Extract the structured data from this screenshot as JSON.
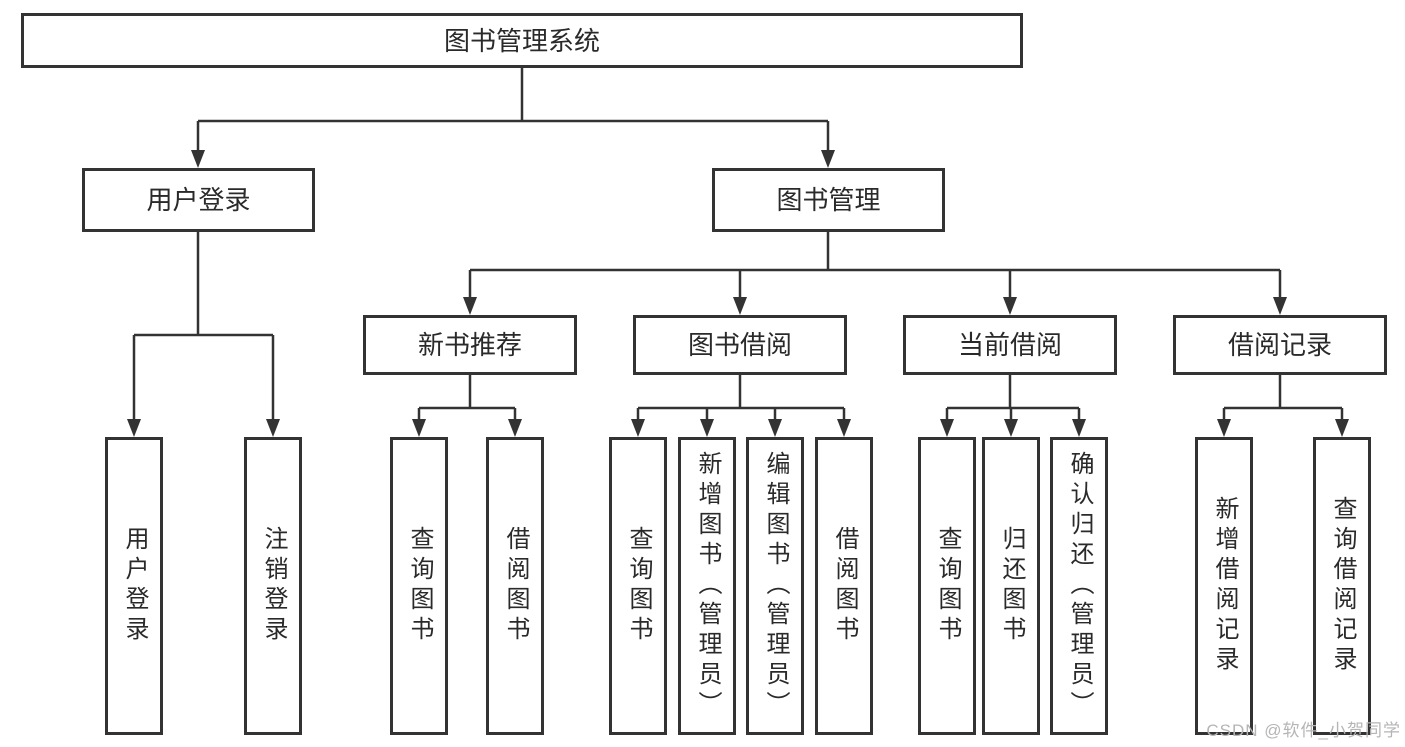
{
  "diagram": {
    "root": {
      "label": "图书管理系统"
    },
    "branches": {
      "user_login": {
        "label": "用户登录",
        "children": [
          {
            "label": "用户登录"
          },
          {
            "label": "注销登录"
          }
        ]
      },
      "book_management": {
        "label": "图书管理",
        "sections": [
          {
            "label": "新书推荐",
            "children": [
              {
                "label": "查询图书"
              },
              {
                "label": "借阅图书"
              }
            ]
          },
          {
            "label": "图书借阅",
            "children": [
              {
                "label": "查询图书"
              },
              {
                "label": "新增图书（管理员）"
              },
              {
                "label": "编辑图书（管理员）"
              },
              {
                "label": "借阅图书"
              }
            ]
          },
          {
            "label": "当前借阅",
            "children": [
              {
                "label": "查询图书"
              },
              {
                "label": "归还图书"
              },
              {
                "label": "确认归还（管理员）"
              }
            ]
          },
          {
            "label": "借阅记录",
            "children": [
              {
                "label": "新增借阅记录"
              },
              {
                "label": "查询借阅记录"
              }
            ]
          }
        ]
      }
    }
  },
  "watermark": {
    "text": "CSDN @软件_小贺同学"
  },
  "colors": {
    "line": "#333333",
    "text": "#2a2a2a",
    "background": "#ffffff",
    "watermark": "#b5b5b5"
  }
}
